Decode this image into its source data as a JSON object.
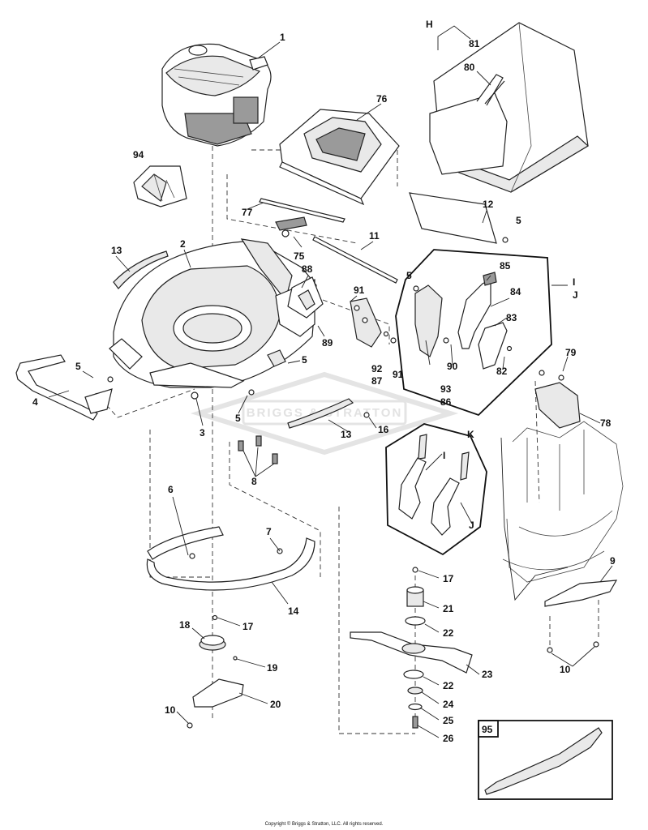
{
  "diagram": {
    "part_labels": {
      "p1": "1",
      "p2": "2",
      "p3": "3",
      "p4": "4",
      "p5a": "5",
      "p5b": "5",
      "p5c": "5",
      "p5d": "5",
      "p5e": "5",
      "p6": "6",
      "p7": "7",
      "p8": "8",
      "p9": "9",
      "p10a": "10",
      "p10b": "10",
      "p11": "11",
      "p12": "12",
      "p13a": "13",
      "p13b": "13",
      "p14": "14",
      "p16": "16",
      "p17a": "17",
      "p17b": "17",
      "p18": "18",
      "p19": "19",
      "p20": "20",
      "p21": "21",
      "p22a": "22",
      "p22b": "22",
      "p23": "23",
      "p24": "24",
      "p25": "25",
      "p26": "26",
      "p75": "75",
      "p76": "76",
      "p77": "77",
      "p78": "78",
      "p79": "79",
      "p80": "80",
      "p81": "81",
      "p82": "82",
      "p83": "83",
      "p84": "84",
      "p85": "85",
      "p86": "86",
      "p87": "87",
      "p88": "88",
      "p89": "89",
      "p90": "90",
      "p91a": "91",
      "p91b": "91",
      "p92": "92",
      "p93": "93",
      "p94": "94",
      "p95": "95",
      "H": "H",
      "I1": "I",
      "J1": "J",
      "K": "K",
      "I2": "I",
      "J2": "J"
    },
    "watermark": "BRIGGS & STRATTON",
    "copyright": "Copyright © Briggs & Stratton, LLC. All rights reserved."
  }
}
